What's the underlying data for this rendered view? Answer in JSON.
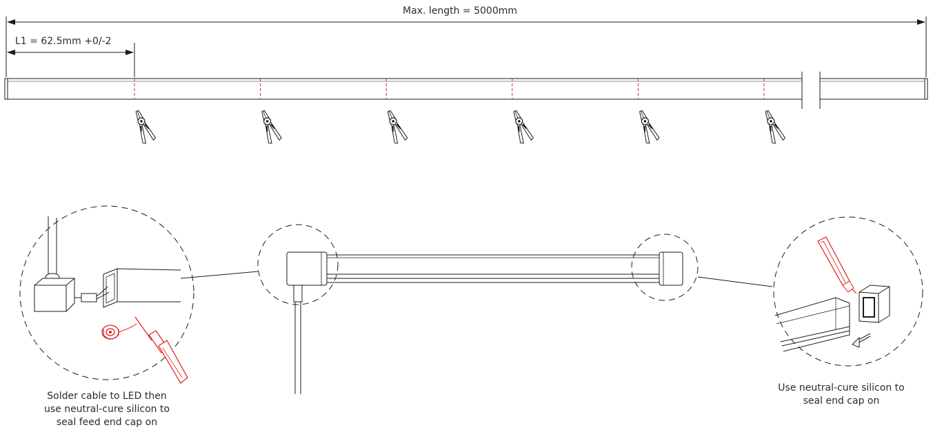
{
  "dimensions": {
    "max_length": "Max. length = 5000mm",
    "first_cut": "L1 = 62.5mm +0/-2"
  },
  "cut_point_count": 6,
  "captions": {
    "feed_end": [
      "Solder cable to LED then",
      "use neutral-cure silicon to",
      "seal feed end cap on"
    ],
    "end_cap": [
      "Use neutral-cure silicon to",
      "seal end cap on"
    ]
  },
  "colors": {
    "line": "#1a1a1a",
    "cut_mark": "#e01b1b",
    "accent_red": "#e01b1b",
    "text": "#2b2b2b"
  },
  "icons": {
    "cut_tool": "pliers-icon",
    "solder_iron": "soldering-iron-icon",
    "solder_spool": "solder-spool-icon",
    "silicone_tube": "silicone-tube-icon",
    "end_cap": "end-cap-icon",
    "feed_cap": "feed-end-cap-icon",
    "direction": "arrow-icon"
  }
}
